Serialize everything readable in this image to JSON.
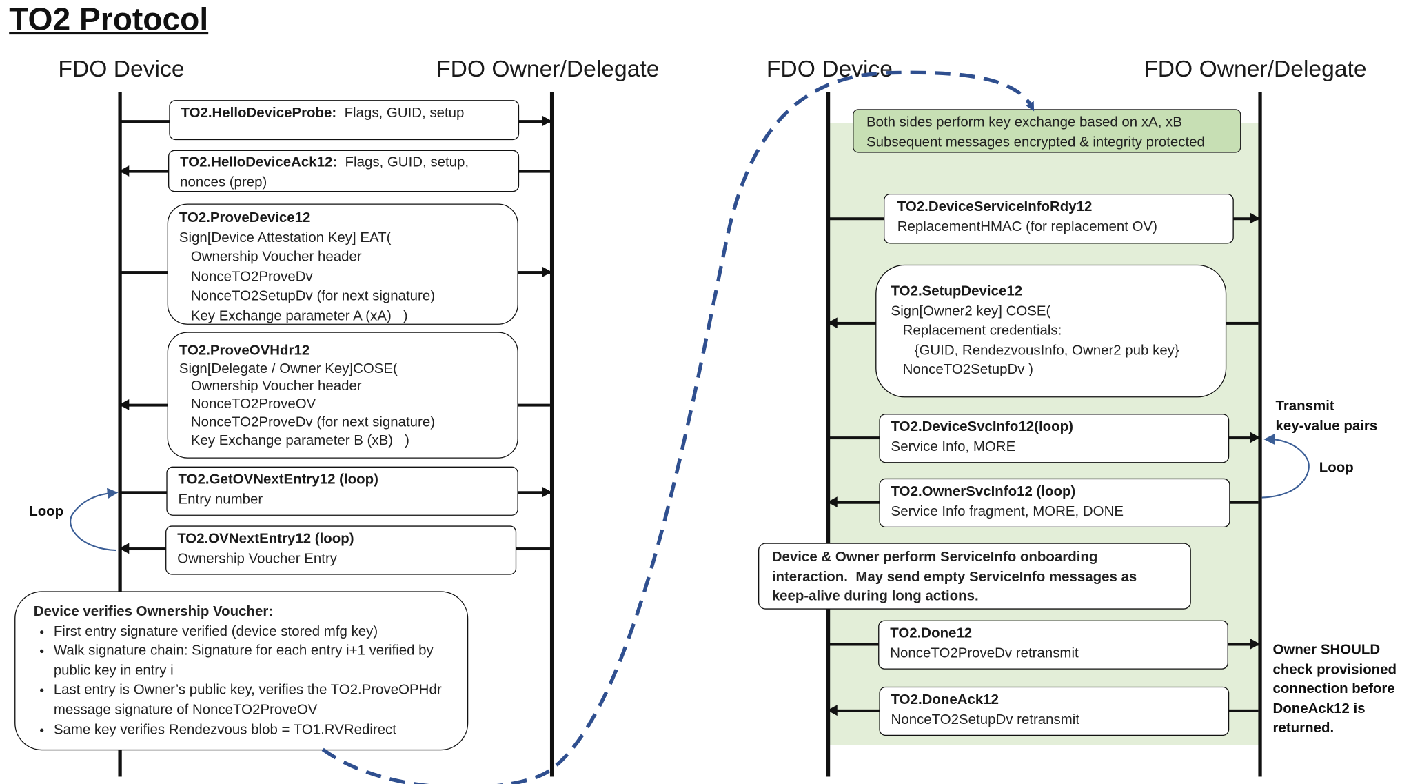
{
  "title": "TO2 Protocol",
  "headers": {
    "left_device": "FDO Device",
    "left_owner": "FDO Owner/Delegate",
    "right_device": "FDO Device",
    "right_owner": "FDO Owner/Delegate"
  },
  "messages_left": [
    {
      "name": "TO2.HelloDeviceProbe:",
      "lines": [
        "Flags, GUID, setup"
      ]
    },
    {
      "name": "TO2.HelloDeviceAck12:",
      "lines": [
        "Flags, GUID, setup,",
        "nonces (prep)"
      ]
    },
    {
      "name": "TO2.ProveDevice12",
      "lines": [
        "Sign[Device Attestation Key] EAT(",
        "   Ownership Voucher header",
        "   NonceTO2ProveDv",
        "   NonceTO2SetupDv (for next signature)",
        "   Key Exchange parameter A (xA)   )"
      ]
    },
    {
      "name": "TO2.ProveOVHdr12",
      "lines": [
        "Sign[Delegate / Owner Key]COSE(",
        "   Ownership Voucher header",
        "   NonceTO2ProveOV",
        "   NonceTO2ProveDv (for next signature)",
        "   Key Exchange parameter B (xB)   )"
      ]
    },
    {
      "name": "TO2.GetOVNextEntry12 (loop)",
      "lines": [
        "Entry number"
      ]
    },
    {
      "name": "TO2.OVNextEntry12 (loop)",
      "lines": [
        "Ownership Voucher Entry"
      ]
    }
  ],
  "loop_left": "Loop",
  "verify_box": {
    "heading": "Device verifies Ownership Voucher:",
    "bullets": [
      "First entry signature verified (device stored mfg key)",
      "Walk signature chain: Signature for each entry i+1 verified by public key in entry i",
      "Last entry is Owner’s public key, verifies the TO2.ProveOPHdr message signature of NonceTO2ProveOV",
      "Same key verifies Rendezvous blob = TO1.RVRedirect"
    ]
  },
  "key_exchange_note": [
    "Both sides perform key exchange based on xA, xB",
    "Subsequent messages encrypted & integrity protected"
  ],
  "messages_right": [
    {
      "name": "TO2.DeviceServiceInfoRdy12",
      "lines": [
        "ReplacementHMAC (for replacement OV)"
      ]
    },
    {
      "name": "TO2.SetupDevice12",
      "lines": [
        "Sign[Owner2 key] COSE(",
        "   Replacement credentials:",
        "      {GUID, RendezvousInfo, Owner2 pub key}",
        "   NonceTO2SetupDv )"
      ]
    },
    {
      "name": "TO2.DeviceSvcInfo12(loop)",
      "lines": [
        "Service Info, MORE"
      ]
    },
    {
      "name": "TO2.OwnerSvcInfo12 (loop)",
      "lines": [
        "Service Info fragment, MORE, DONE"
      ]
    },
    {
      "name": "TO2.Done12",
      "lines": [
        "NonceTO2ProveDv retransmit"
      ]
    },
    {
      "name": "TO2.DoneAck12",
      "lines": [
        "NonceTO2SetupDv retransmit"
      ]
    }
  ],
  "serviceinfo_note": [
    "Device & Owner perform ServiceInfo onboarding",
    "interaction.  May send empty ServiceInfo messages as",
    "keep-alive during long actions."
  ],
  "transmit_label": [
    "Transmit",
    "key-value pairs"
  ],
  "loop_right": "Loop",
  "owner_should_note": [
    "Owner SHOULD",
    "check provisioned",
    "connection before",
    "DoneAck12 is",
    "returned."
  ],
  "colors": {
    "green_fill": "#e3eed8",
    "green_box": "#c7dfb4",
    "dash_blue": "#2f4f8f",
    "loop_blue": "#3b5e96"
  }
}
